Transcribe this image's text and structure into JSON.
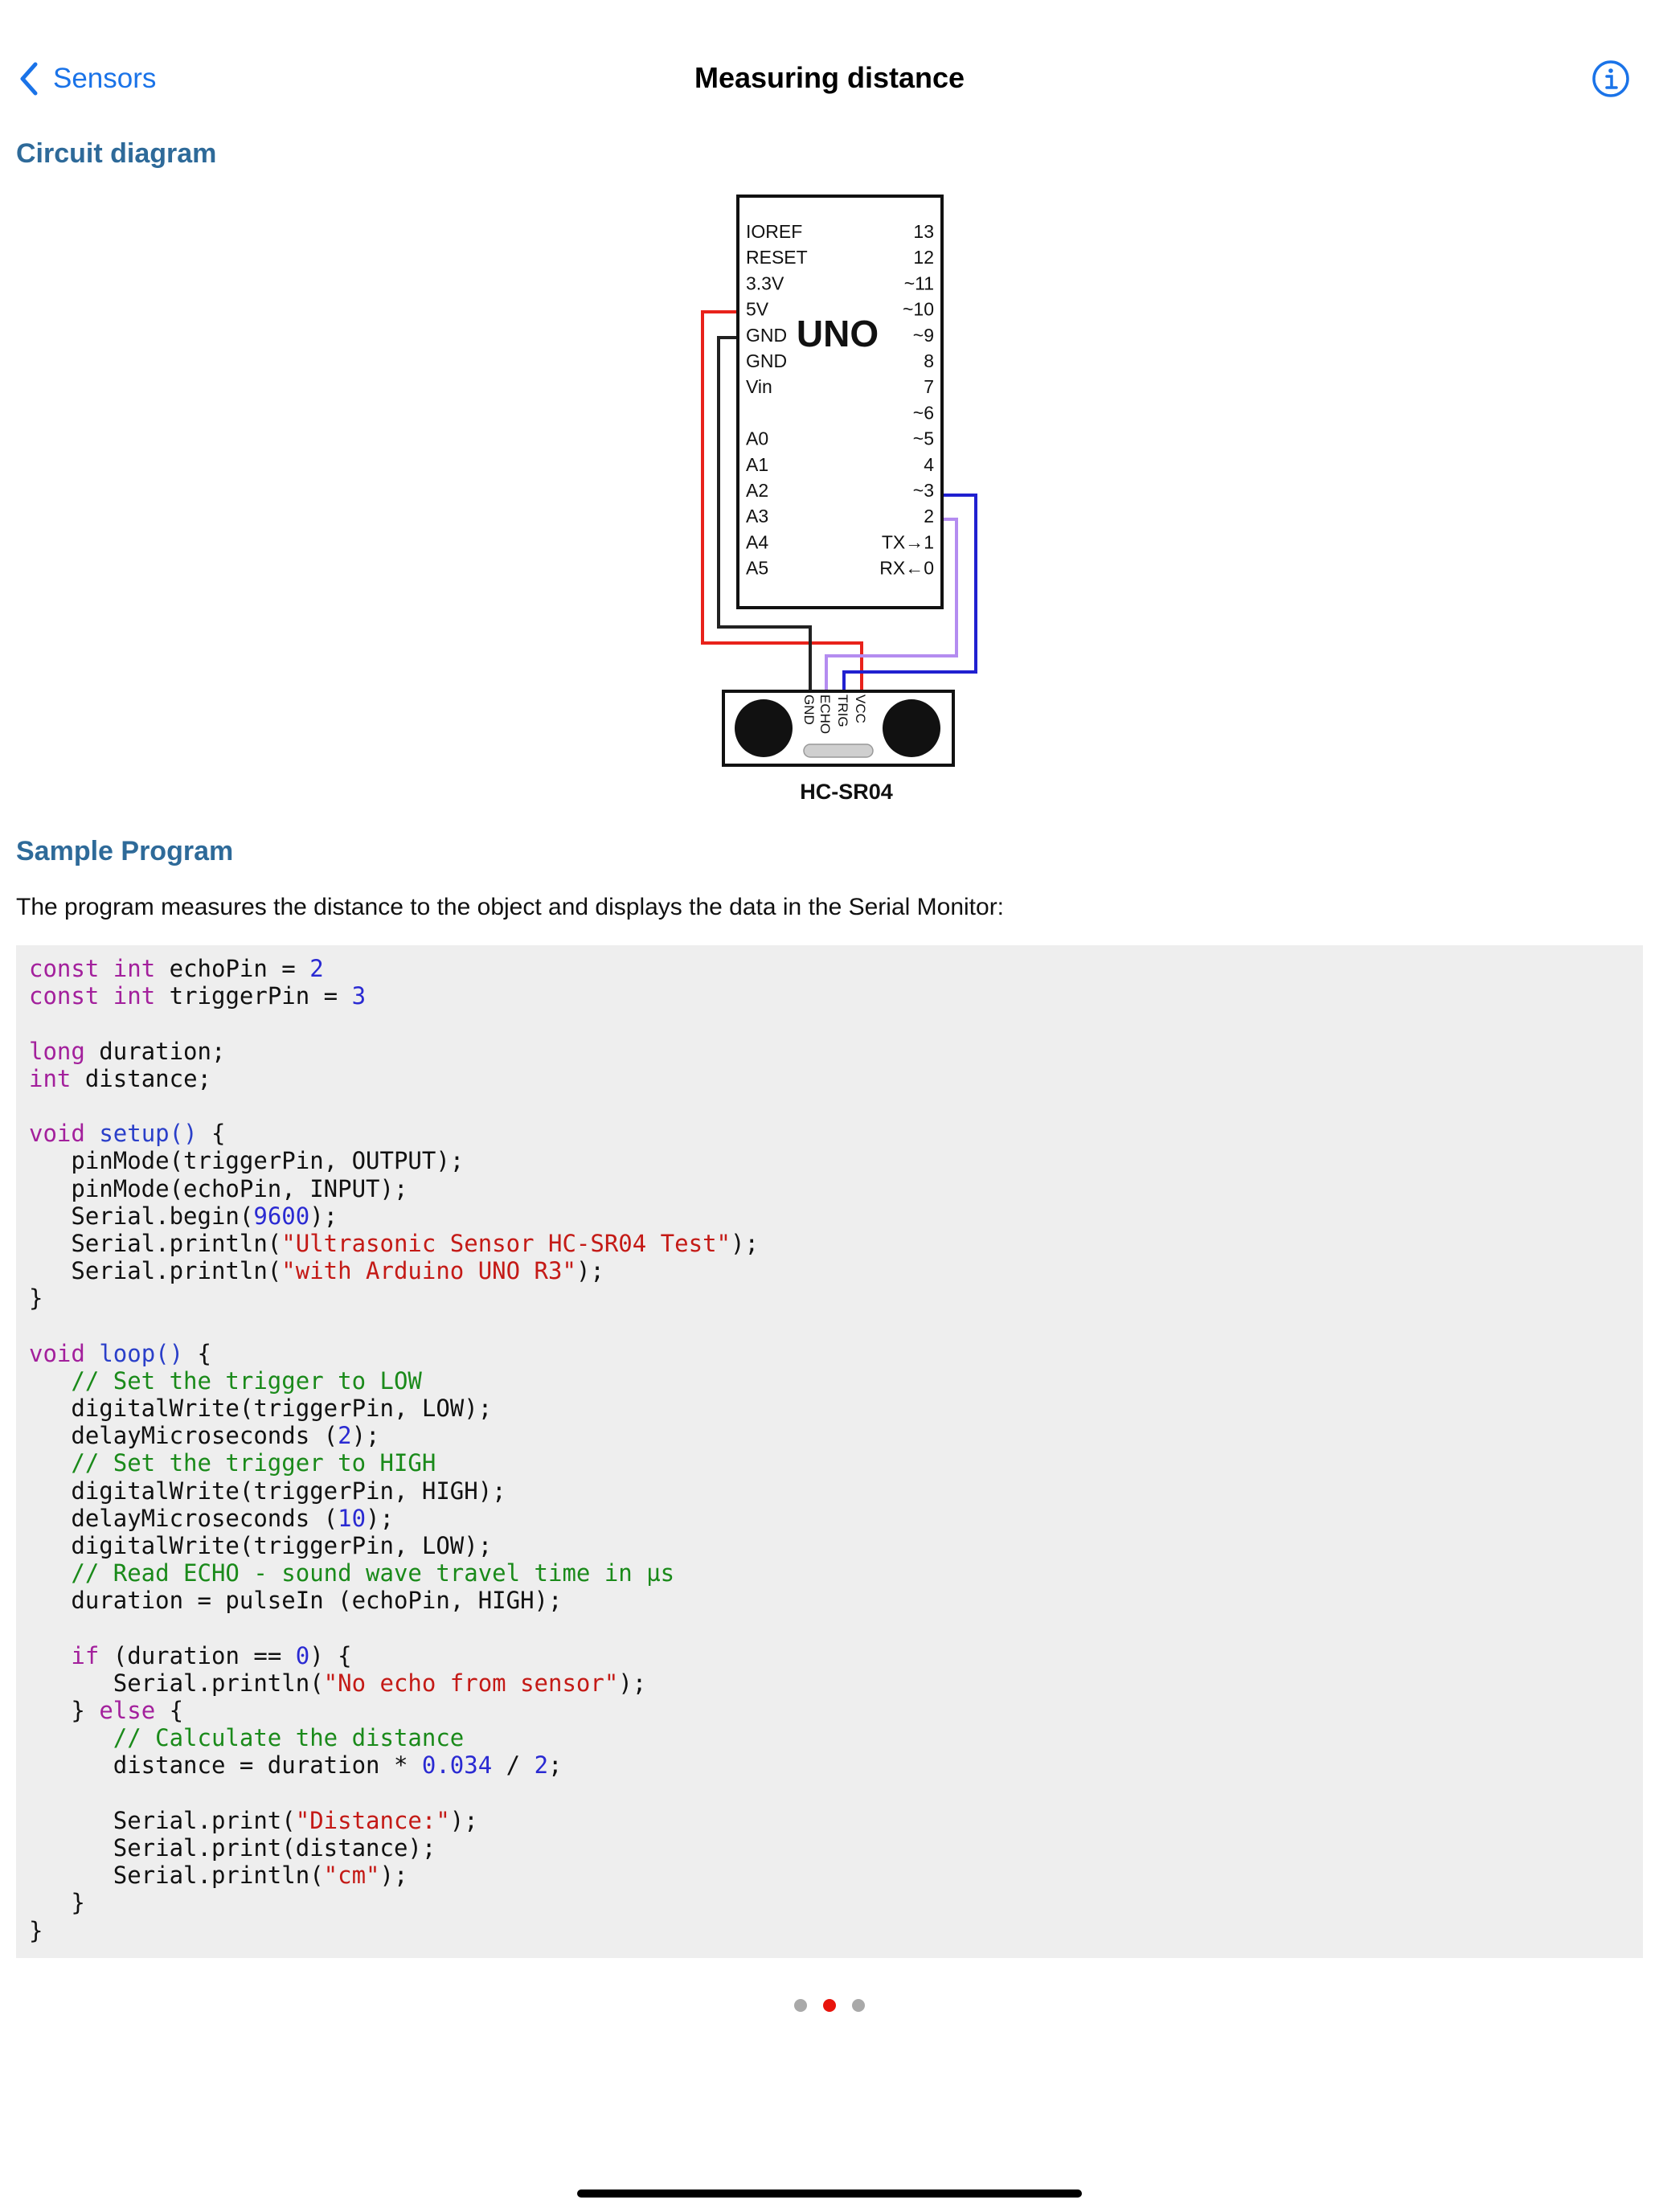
{
  "nav": {
    "back_label": "Sensors",
    "title": "Measuring distance",
    "info_icon": "info-circle-icon"
  },
  "sections": {
    "circuit_title": "Circuit diagram",
    "sample_title": "Sample Program"
  },
  "diagram": {
    "board_name": "UNO",
    "left_pins": [
      "IOREF",
      "RESET",
      "3.3V",
      "5V",
      "GND",
      "GND",
      "Vin",
      "",
      "A0",
      "A1",
      "A2",
      "A3",
      "A4",
      "A5"
    ],
    "right_pins": [
      "13",
      "12",
      "~11",
      "~10",
      "~9",
      "8",
      "7",
      "~6",
      "~5",
      "4",
      "~3",
      "2",
      "TX→1",
      "RX←0"
    ],
    "sensor_pins": [
      "GND",
      "ECHO",
      "TRIG",
      "VCC"
    ],
    "sensor_name": "HC-SR04",
    "wire_colors": {
      "vcc": "#e8221b",
      "gnd": "#222222",
      "echo": "#b48cf0",
      "trig": "#2020d0"
    }
  },
  "intro_text": "The program measures the distance to the object and displays the data in the Serial Monitor:",
  "code_lines": [
    [
      [
        "kw",
        "const"
      ],
      [
        "t",
        " "
      ],
      [
        "kw",
        "int"
      ],
      [
        "t",
        " echoPin = "
      ],
      [
        "num",
        "2"
      ]
    ],
    [
      [
        "kw",
        "const"
      ],
      [
        "t",
        " "
      ],
      [
        "kw",
        "int"
      ],
      [
        "t",
        " triggerPin = "
      ],
      [
        "num",
        "3"
      ]
    ],
    [],
    [
      [
        "kw",
        "long"
      ],
      [
        "t",
        " duration;"
      ]
    ],
    [
      [
        "kw",
        "int"
      ],
      [
        "t",
        " distance;"
      ]
    ],
    [],
    [
      [
        "kw",
        "void"
      ],
      [
        "t",
        " "
      ],
      [
        "fn",
        "setup()"
      ],
      [
        "t",
        " {"
      ]
    ],
    [
      [
        "t",
        "   pinMode(triggerPin, OUTPUT);"
      ]
    ],
    [
      [
        "t",
        "   pinMode(echoPin, INPUT);"
      ]
    ],
    [
      [
        "t",
        "   Serial.begin("
      ],
      [
        "num",
        "9600"
      ],
      [
        "t",
        ");"
      ]
    ],
    [
      [
        "t",
        "   Serial.println("
      ],
      [
        "str",
        "\"Ultrasonic Sensor HC-SR04 Test\""
      ],
      [
        "t",
        ");"
      ]
    ],
    [
      [
        "t",
        "   Serial.println("
      ],
      [
        "str",
        "\"with Arduino UNO R3\""
      ],
      [
        "t",
        ");"
      ]
    ],
    [
      [
        "t",
        "}"
      ]
    ],
    [],
    [
      [
        "kw",
        "void"
      ],
      [
        "t",
        " "
      ],
      [
        "fn",
        "loop()"
      ],
      [
        "t",
        " {"
      ]
    ],
    [
      [
        "cm",
        "   // Set the trigger to LOW"
      ]
    ],
    [
      [
        "t",
        "   digitalWrite(triggerPin, LOW);"
      ]
    ],
    [
      [
        "t",
        "   delayMicroseconds ("
      ],
      [
        "num",
        "2"
      ],
      [
        "t",
        ");"
      ]
    ],
    [
      [
        "cm",
        "   // Set the trigger to HIGH"
      ]
    ],
    [
      [
        "t",
        "   digitalWrite(triggerPin, HIGH);"
      ]
    ],
    [
      [
        "t",
        "   delayMicroseconds ("
      ],
      [
        "num",
        "10"
      ],
      [
        "t",
        ");"
      ]
    ],
    [
      [
        "t",
        "   digitalWrite(triggerPin, LOW);"
      ]
    ],
    [
      [
        "cm",
        "   // Read ECHO - sound wave travel time in µs"
      ]
    ],
    [
      [
        "t",
        "   duration = pulseIn (echoPin, HIGH);"
      ]
    ],
    [],
    [
      [
        "t",
        "   "
      ],
      [
        "kw",
        "if"
      ],
      [
        "t",
        " (duration == "
      ],
      [
        "num",
        "0"
      ],
      [
        "t",
        ") {"
      ]
    ],
    [
      [
        "t",
        "      Serial.println("
      ],
      [
        "str",
        "\"No echo from sensor\""
      ],
      [
        "t",
        ");"
      ]
    ],
    [
      [
        "t",
        "   } "
      ],
      [
        "kw",
        "else"
      ],
      [
        "t",
        " {"
      ]
    ],
    [
      [
        "cm",
        "      // Calculate the distance"
      ]
    ],
    [
      [
        "t",
        "      distance = duration * "
      ],
      [
        "num",
        "0.034"
      ],
      [
        "t",
        " / "
      ],
      [
        "num",
        "2"
      ],
      [
        "t",
        ";"
      ]
    ],
    [],
    [
      [
        "t",
        "      Serial.print("
      ],
      [
        "str",
        "\"Distance:\""
      ],
      [
        "t",
        ");"
      ]
    ],
    [
      [
        "t",
        "      Serial.print(distance);"
      ]
    ],
    [
      [
        "t",
        "      Serial.println("
      ],
      [
        "str",
        "\"cm\""
      ],
      [
        "t",
        ");"
      ]
    ],
    [
      [
        "t",
        "   }"
      ]
    ],
    [
      [
        "t",
        "}"
      ]
    ]
  ],
  "pager": {
    "count": 3,
    "active_index": 1
  }
}
